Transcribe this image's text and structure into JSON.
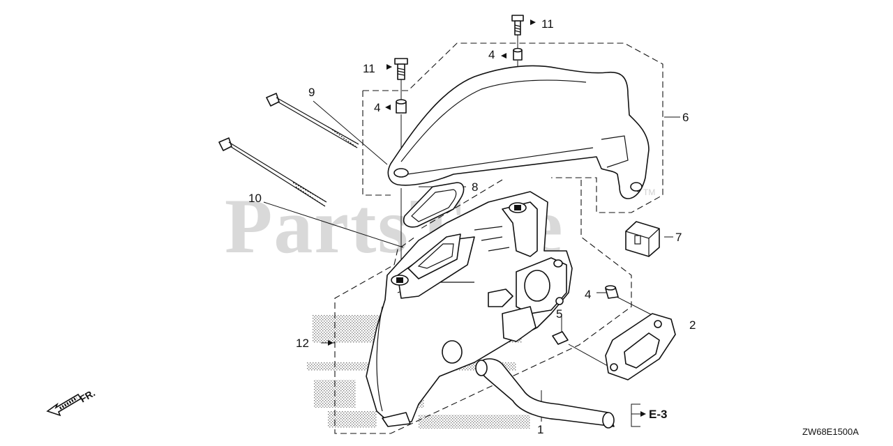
{
  "diagram": {
    "watermark": "PartsTree",
    "trademark": "TM",
    "diagram_code": "ZW68E1500A",
    "direction_label": "FR.",
    "reference_label": "E-3",
    "callouts": [
      {
        "id": "c1",
        "label": "1"
      },
      {
        "id": "c2",
        "label": "2"
      },
      {
        "id": "c4a",
        "label": "4"
      },
      {
        "id": "c4b",
        "label": "4"
      },
      {
        "id": "c4c",
        "label": "4"
      },
      {
        "id": "c5",
        "label": "5"
      },
      {
        "id": "c6",
        "label": "6"
      },
      {
        "id": "c7",
        "label": "7"
      },
      {
        "id": "c8",
        "label": "8"
      },
      {
        "id": "c9",
        "label": "9"
      },
      {
        "id": "c10",
        "label": "10"
      },
      {
        "id": "c11a",
        "label": "11"
      },
      {
        "id": "c11b",
        "label": "11"
      },
      {
        "id": "c12",
        "label": "12"
      }
    ]
  }
}
